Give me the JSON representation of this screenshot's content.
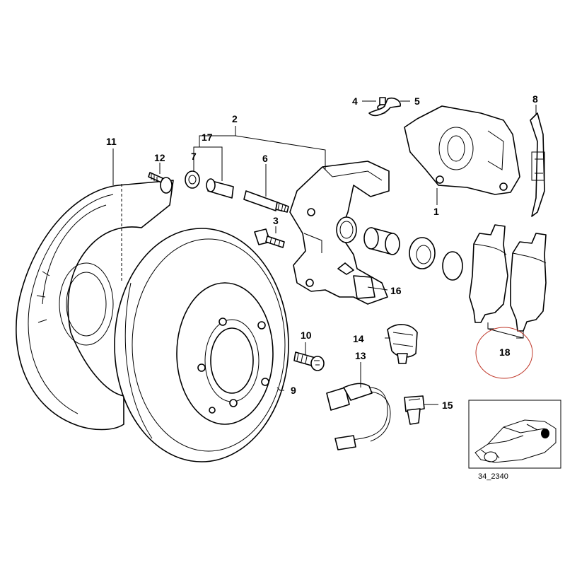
{
  "callouts": {
    "1": "1",
    "2": "2",
    "3": "3",
    "4": "4",
    "5": "5",
    "6": "6",
    "7": "7",
    "8": "8",
    "9": "9",
    "10": "10",
    "11": "11",
    "12": "12",
    "13": "13",
    "14": "14",
    "15": "15",
    "16": "16",
    "17": "17",
    "18": "18"
  },
  "inset": {
    "reference": "34_2340"
  },
  "highlight": {
    "part": "18",
    "color": "#c0392b"
  }
}
